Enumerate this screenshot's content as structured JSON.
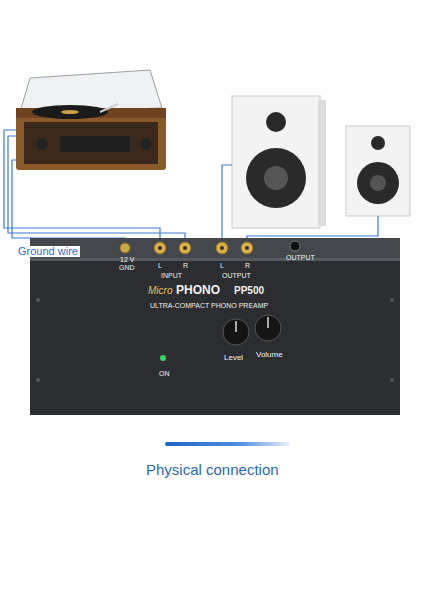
{
  "diagram": {
    "caption": "Physical connection",
    "nodes": [
      {
        "text": [
          "12 V",
          "GND",
          "L",
          "R",
          "INPUT",
          "L",
          "R",
          "OUTPUT",
          "OUTPUT",
          "Micro",
          "PHONO",
          "PP500",
          "ULTRA-COMPACT PHONO PREAMP",
          "Level",
          "Volume",
          "ON"
        ]
      }
    ],
    "labels": [
      "Ground wire"
    ]
  }
}
